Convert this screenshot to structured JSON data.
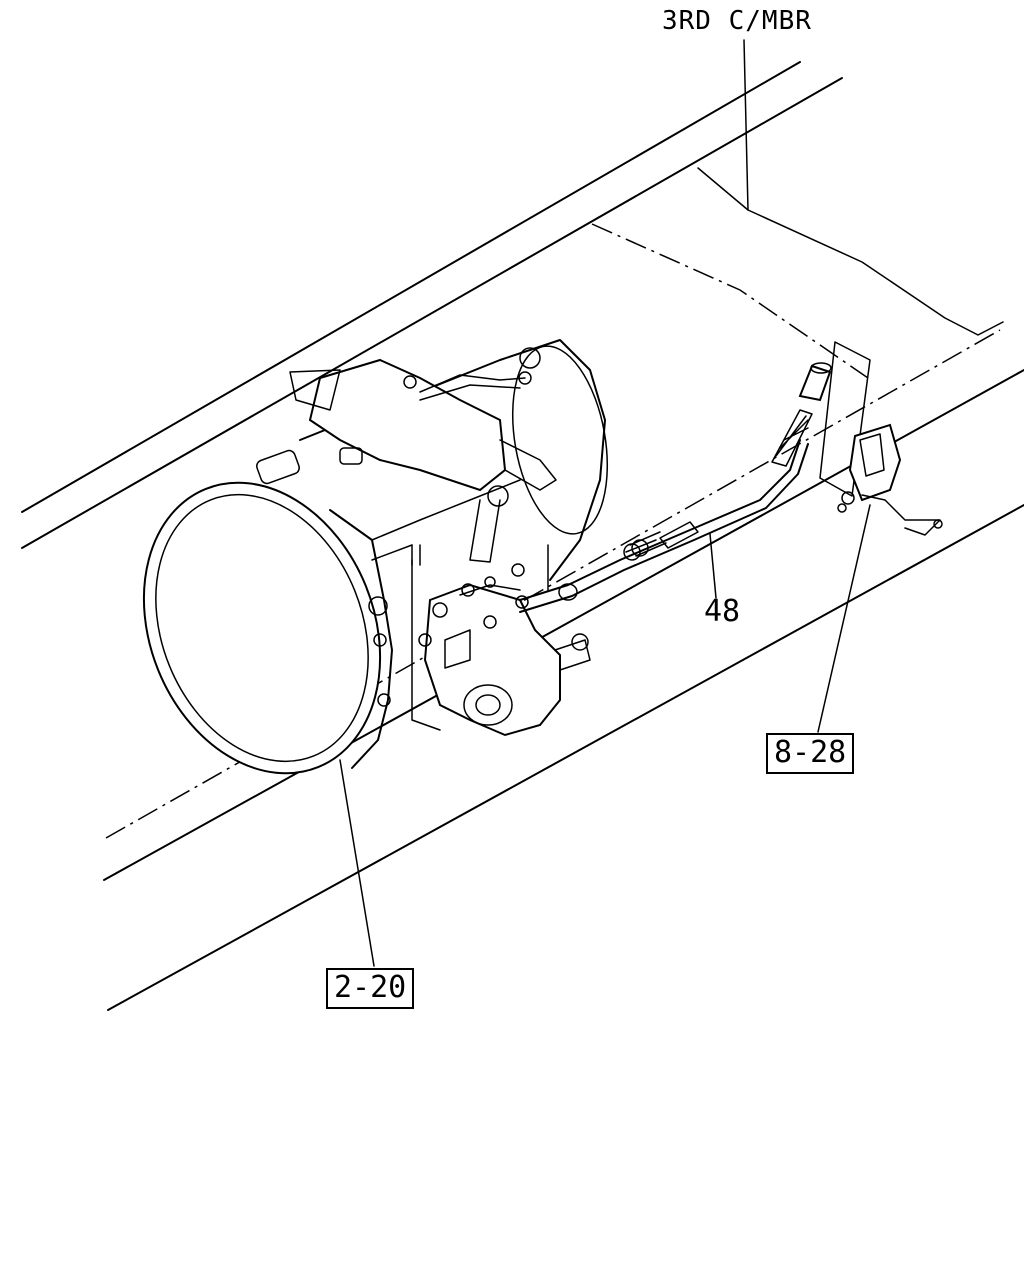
{
  "labels": {
    "crossmember": "3RD C/MBR",
    "part_48": "48",
    "ref_8_28": "8-28",
    "ref_2_20": "2-20"
  },
  "colors": {
    "line": "#000000",
    "background": "#ffffff"
  }
}
